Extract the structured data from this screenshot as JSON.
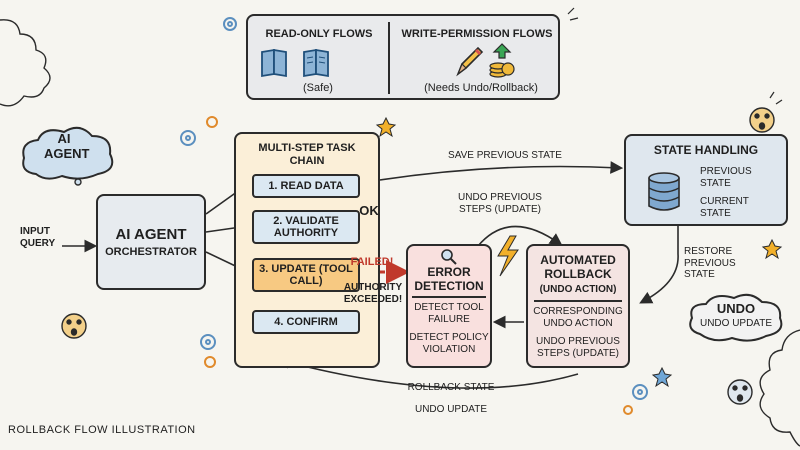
{
  "legend": {
    "read_only_title": "READ-ONLY FLOWS",
    "read_only_note": "(Safe)",
    "read_only_icon": "book-icon",
    "write_title": "WRITE-PERMISSION FLOWS",
    "write_note": "(Needs Undo/Rollback)",
    "write_icons": [
      "pencil-icon",
      "money-icon"
    ]
  },
  "ai_agent_cloud": "AI AGENT",
  "input_query": "INPUT QUERY",
  "orchestrator": {
    "title": "AI AGENT",
    "subtitle": "ORCHESTRATOR"
  },
  "task_chain": {
    "title": "MULTI-STEP TASK CHAIN",
    "steps": [
      "1. READ DATA",
      "2. VALIDATE AUTHORITY",
      "3. UPDATE (TOOL CALL)",
      "4. CONFIRM"
    ]
  },
  "ok_label": "OK",
  "failed_label": "FAILED!",
  "authority_exceeded": "AUTHORITY EXCEEDED!",
  "save_previous_state": "SAVE PREVIOUS STATE",
  "undo_previous_steps_top": "UNDO PREVIOUS STEPS (UPDATE)",
  "error_detection": {
    "title": "ERROR DETECTION",
    "items": [
      "DETECT TOOL FAILURE",
      "DETECT POLICY VIOLATION"
    ]
  },
  "rollback": {
    "title": "AUTOMATED ROLLBACK",
    "subtitle": "(UNDO ACTION)",
    "items": [
      "CORRESPONDING UNDO ACTION",
      "UNDO PREVIOUS STEPS (UPDATE)"
    ]
  },
  "state_handling": {
    "title": "STATE HANDLING",
    "previous": "PREVIOUS STATE",
    "current": "CURRENT STATE"
  },
  "restore_previous_state": "RESTORE PREVIOUS STATE",
  "undo_cloud": {
    "title": "UNDO",
    "subtitle": "UNDO UPDATE"
  },
  "rollback_state": "ROLLBACK STATE",
  "undo_update_bottom": "UNDO UPDATE",
  "footer_title": "ROLLBACK FLOW ILLUSTRATION",
  "colors": {
    "background": "#f6f5f0",
    "blue_box": "#dbe8f2",
    "chain_bg": "#fbefd8",
    "update_step": "#f7c982",
    "error_bg": "#f9e0de",
    "rollback_bg": "#f4e4e2",
    "failed_red": "#c0392b",
    "database_blue": "#7fa8cf"
  }
}
